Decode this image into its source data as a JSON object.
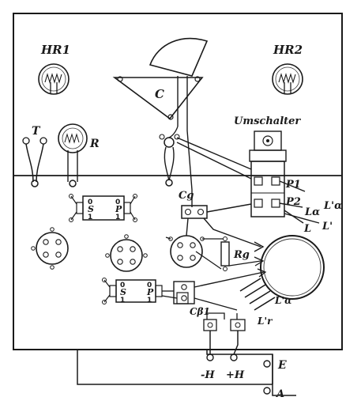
{
  "labels": {
    "hr1": "HR1",
    "hr2": "HR2",
    "umschalter": "Umschalter",
    "t": "T",
    "r": "R",
    "c": "C",
    "cg": "Cg",
    "rg": "Rg",
    "cb": "Cβ1",
    "p1": "P1",
    "p2": "P2",
    "la": "Lα",
    "la_prime": "L'α",
    "l": "L",
    "l_prime": "L'",
    "la_coil": "L'α",
    "lr_coil": "L'r",
    "minus_h": "-H",
    "plus_h": "+H",
    "e": "E",
    "a": "A",
    "sp1_s": "S",
    "sp1_0a": "0",
    "sp1_1a": "1",
    "sp1_p": "P",
    "sp1_0b": "0",
    "sp1_1b": "1",
    "sp2_s": "S",
    "sp2_0a": "0",
    "sp2_1a": "1",
    "sp2_p": "P",
    "sp2_0b": "0",
    "sp2_1b": "1"
  },
  "colors": {
    "ink": "#1a1a1a",
    "background": "#ffffff"
  }
}
